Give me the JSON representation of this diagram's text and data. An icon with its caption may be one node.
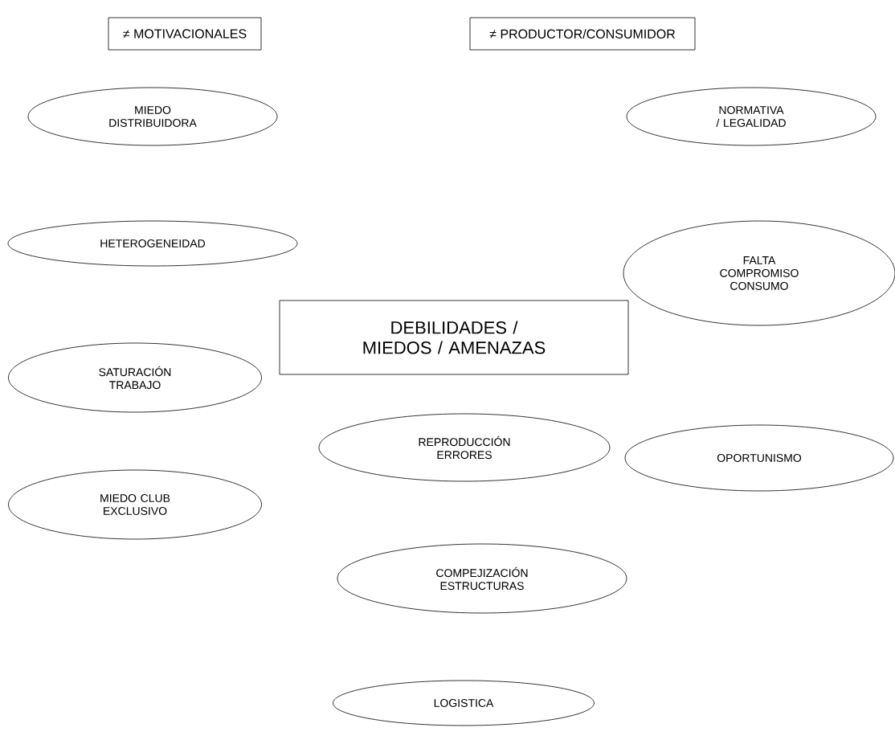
{
  "diagram": {
    "nodes": [
      {
        "text": [
          "≠ MOTIVACIONALES"
        ]
      },
      {
        "text": [
          "≠ PRODUCTOR/CONSUMIDOR"
        ]
      },
      {
        "text": [
          "MIEDO DISTRIBUIDORA"
        ]
      },
      {
        "text": [
          "NORMATIVA / LEGALIDAD"
        ]
      },
      {
        "text": [
          "HETEROGENEIDAD"
        ]
      },
      {
        "text": [
          "FALTA COMPROMISO CONSUMO"
        ]
      },
      {
        "text": [
          "DEBILIDADES / MIEDOS / AMENAZAS"
        ]
      },
      {
        "text": [
          "SATURACIÓN TRABAJO"
        ]
      },
      {
        "text": [
          "REPRODUCCIÓN ERRORES"
        ]
      },
      {
        "text": [
          "OPORTUNISMO"
        ]
      },
      {
        "text": [
          "MIEDO CLUB EXCLUSIVO"
        ]
      },
      {
        "text": [
          "COMPEJIZACIÓN ESTRUCTURAS"
        ]
      },
      {
        "text": [
          "LOGISTICA"
        ]
      }
    ]
  }
}
